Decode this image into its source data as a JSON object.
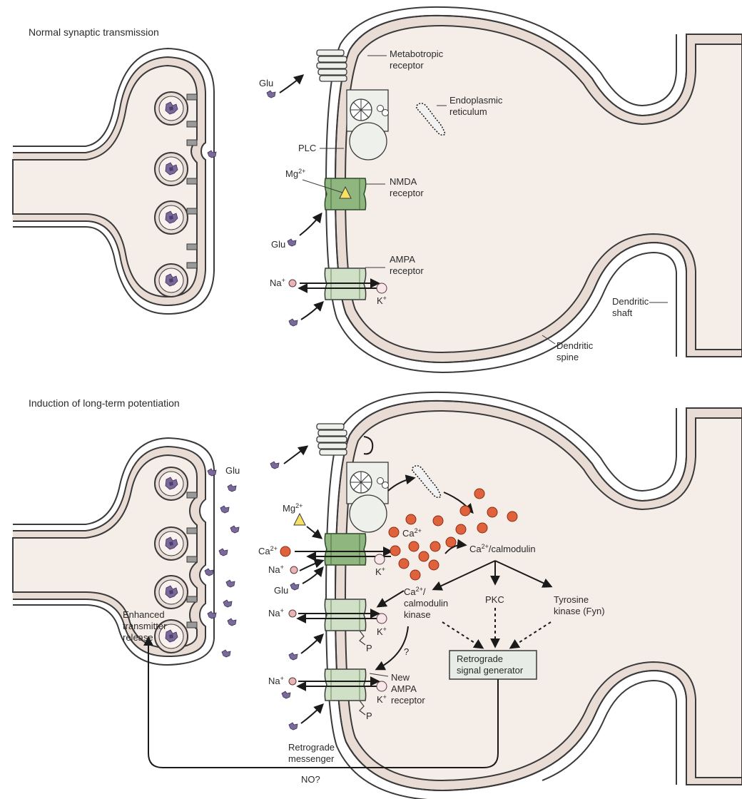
{
  "panels": {
    "top_title": "Normal synaptic transmission",
    "bottom_title": "Induction of long-term potentiation"
  },
  "top": {
    "metabotropic": [
      "Metabotropic",
      "receptor"
    ],
    "endoplasmic": [
      "Endoplasmic",
      "reticulum"
    ],
    "plc": "PLC",
    "mg": "Mg",
    "mg_sup": "2+",
    "nmda": [
      "NMDA",
      "receptor"
    ],
    "ampa": [
      "AMPA",
      "receptor"
    ],
    "glu": "Glu",
    "na": "Na",
    "na_sup": "+",
    "k": "K",
    "k_sup": "+",
    "dendritic_shaft": [
      "Dendritic",
      "shaft"
    ],
    "dendritic_spine": [
      "Dendritic",
      "spine"
    ]
  },
  "bottom": {
    "glu": "Glu",
    "mg": "Mg",
    "mg_sup": "2+",
    "ca": "Ca",
    "ca_sup": "2+",
    "na": "Na",
    "na_sup": "+",
    "k": "K",
    "k_sup": "+",
    "calmodulin": "/calmodulin",
    "camk": [
      "Ca",
      "2+",
      "/",
      "calmodulin",
      "kinase"
    ],
    "pkc": "PKC",
    "tyrosine": [
      "Tyrosine",
      "kinase (Fyn)"
    ],
    "retrograde_box": [
      "Retrograde",
      "signal generator"
    ],
    "enhanced": [
      "Enhanced",
      "transmitter",
      "release"
    ],
    "new_ampa": [
      "New",
      "AMPA",
      "receptor"
    ],
    "question": "?",
    "phospho": "P",
    "messenger": [
      "Retrograde",
      "messenger"
    ],
    "no": "NO?"
  },
  "colors": {
    "membrane_outer": "#e9dcd4",
    "cytoplasm": "#f5ede8",
    "glutamate": "#7a6a9a",
    "calcium": "#e0623d",
    "nmda_channel": "#8fb67f",
    "ampa_channel": "#cfe0c6"
  }
}
